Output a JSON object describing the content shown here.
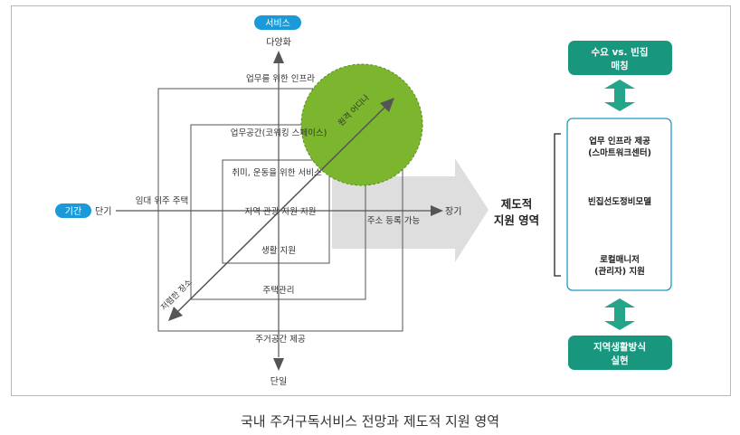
{
  "left": {
    "axis_top_badge": "서비스",
    "axis_top_label": "다양화",
    "axis_bottom_label": "단일",
    "axis_left_badge": "기간",
    "axis_left_label": "단기",
    "axis_right_label": "장기",
    "outer_box_top": "업무를 위한 인프라",
    "outer_box_bottom": "주거공간 제공",
    "mid_box_top": "업무공간(코워킹 스페이스)",
    "mid_box_bottom": "주택관리",
    "inner_box_top": "취미, 운동을 위한 서비스",
    "inner_box_bottom": "생활 지원",
    "left_item": "임대 위주 주택",
    "center_item": "지역 관광 자원 지원",
    "right_item": "주소 등록 가능",
    "diag_low": "저렴한 장소",
    "circle_label": "원격 어디나",
    "arrow_label_line1": "제도적",
    "arrow_label_line2": "지원 영역"
  },
  "right": {
    "top_box_line1": "수요 vs. 빈집",
    "top_box_line2": "매칭",
    "item1_line1": "업무 인프라 제공",
    "item1_line2": "(스마트워크센터)",
    "item2": "빈집선도정비모델",
    "item3_line1": "로컬매니저",
    "item3_line2": "(관리자) 지원",
    "bottom_box_line1": "지역생활방식",
    "bottom_box_line2": "실현"
  },
  "caption": "국내 주거구독서비스 전망과 제도적 지원 영역",
  "colors": {
    "badge_blue": "#1a9ad8",
    "teal": "#19977e",
    "teal_arrow": "#24a58a",
    "green_circle": "#7cb62e",
    "grey_arrow": "#dedede",
    "axis": "#555555"
  }
}
